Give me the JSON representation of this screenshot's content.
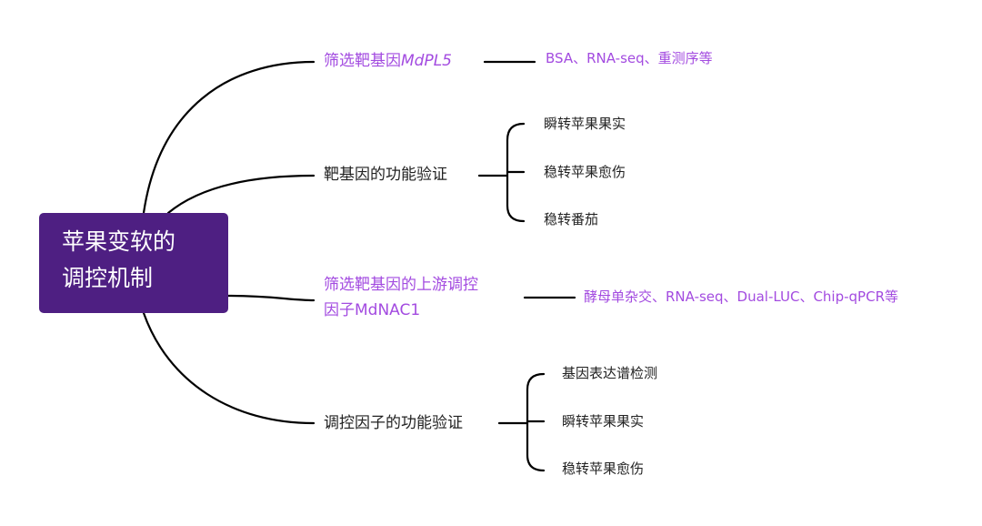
{
  "theme": {
    "root_fill": "#4e1f82",
    "root_text": "#ffffff",
    "accent": "#a34be0",
    "text": "#222222",
    "line": "#000000"
  },
  "mindmap": {
    "root": {
      "line1": "苹果变软的",
      "line2": "调控机制"
    },
    "branches": [
      {
        "label_prefix": "筛选靶基因",
        "label_gene": "MdPL5",
        "children": [
          "BSA、RNA-seq、重测序等"
        ]
      },
      {
        "label": "靶基因的功能验证",
        "children": [
          "瞬转苹果果实",
          "稳转苹果愈伤",
          "稳转番茄"
        ]
      },
      {
        "line1": "筛选靶基因的上游调控",
        "line2": "因子MdNAC1",
        "children": [
          "酵母单杂交、RNA-seq、Dual-LUC、Chip-qPCR等"
        ]
      },
      {
        "label": "调控因子的功能验证",
        "children": [
          "基因表达谱检测",
          "瞬转苹果果实",
          "稳转苹果愈伤"
        ]
      }
    ]
  }
}
